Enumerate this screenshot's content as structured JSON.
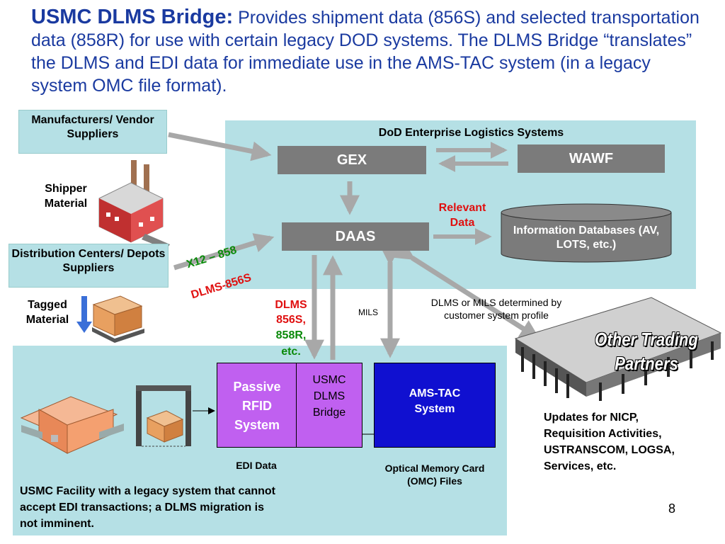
{
  "title": {
    "bold": "USMC DLMS Bridge",
    "colon": ":",
    "text": " Provides shipment data (856S) and selected transportation data (858R) for use with certain legacy DOD systems.  The DLMS Bridge “translates” the DLMS and EDI data for immediate use in the AMS-TAC system (in a legacy system OMC file format)."
  },
  "left": {
    "manufacturers": "Manufacturers/ Vendor Suppliers",
    "shipper_material": "Shipper Material",
    "distribution": "Distribution Centers/ Depots Suppliers",
    "tagged_material": "Tagged Material"
  },
  "dod": {
    "title": "DoD Enterprise Logistics Systems",
    "gex": "GEX",
    "wawf": "WAWF",
    "daas": "DAAS",
    "relevant_data": "Relevant Data",
    "info_db": "Information Databases (AV, LOTS, etc.)"
  },
  "arrows": {
    "x12": "X12 – 858",
    "dlms856s": "DLMS-856S",
    "dlms_label_1": "DLMS",
    "dlms_label_2": "856S,",
    "dlms_label_3": "858R,",
    "dlms_label_4": "etc.",
    "mils": "MILS",
    "profile_note": "DLMS or MILS determined by customer system profile"
  },
  "facility": {
    "passive_rfid": "Passive RFID System",
    "usmc_bridge": "USMC DLMS Bridge",
    "ams_tac": "AMS-TAC System",
    "edi_data": "EDI Data",
    "omc_files": "Optical Memory Card (OMC) Files",
    "description": "USMC Facility with a legacy system that cannot accept EDI transactions; a DLMS migration is not imminent."
  },
  "other": {
    "partners": "Other Trading Partners",
    "updates": "Updates for NICP, Requisition Activities, USTRANSCOM, LOGSA, Services, etc."
  },
  "page_number": "8",
  "colors": {
    "title": "#1a3aa0",
    "panel": "#b5e0e5",
    "gray_box": "#7b7b7b",
    "rfid": "#c060f0",
    "ams_tac": "#1010d0",
    "red": "#e01010",
    "green": "#0a8a0a"
  }
}
